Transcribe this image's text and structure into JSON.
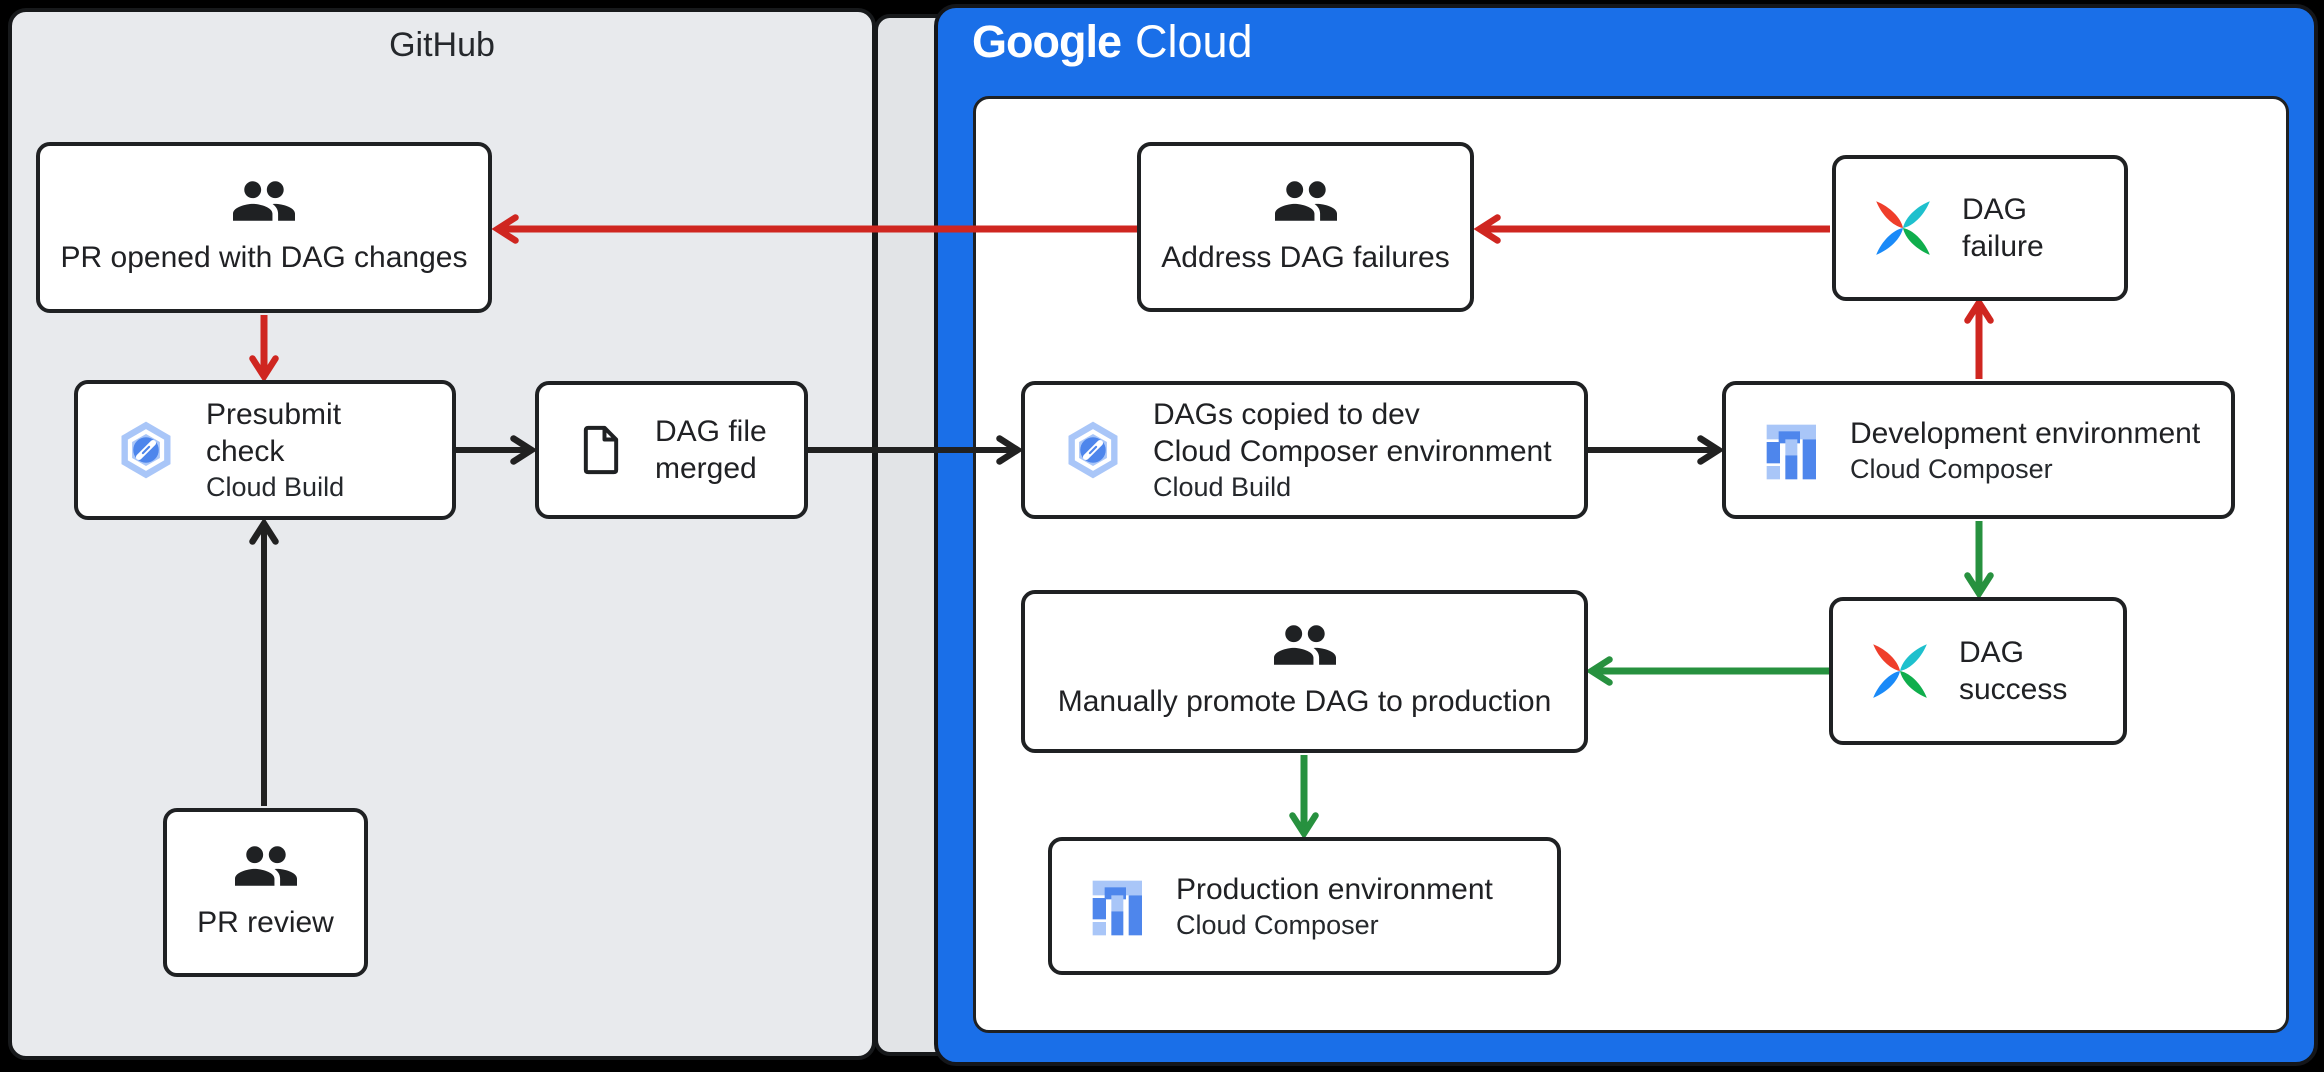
{
  "panels": {
    "github": {
      "title": "GitHub"
    },
    "google_cloud": {
      "brand": "Google",
      "brand_suffix": "Cloud"
    }
  },
  "nodes": {
    "pr_opened": {
      "label": "PR opened with DAG changes",
      "icon": "people-icon"
    },
    "presubmit": {
      "label_line1": "Presubmit",
      "label_line2": "check",
      "sublabel": "Cloud Build",
      "icon": "cloud-build-icon"
    },
    "dag_file_merged": {
      "label_line1": "DAG file",
      "label_line2": "merged",
      "icon": "document-icon"
    },
    "pr_review": {
      "label": "PR review",
      "icon": "people-icon"
    },
    "address_failures": {
      "label": "Address DAG failures",
      "icon": "people-icon"
    },
    "dag_failure": {
      "label": "DAG failure",
      "icon": "airflow-icon"
    },
    "dags_copied": {
      "label_line1": "DAGs copied to dev",
      "label_line2": "Cloud Composer environment",
      "sublabel": "Cloud Build",
      "icon": "cloud-build-icon"
    },
    "dev_env": {
      "label": "Development environment",
      "sublabel": "Cloud Composer",
      "icon": "cloud-composer-icon"
    },
    "manual_promote": {
      "label": "Manually promote DAG to production",
      "icon": "people-icon"
    },
    "dag_success": {
      "label": "DAG success",
      "icon": "airflow-icon"
    },
    "prod_env": {
      "label": "Production environment",
      "sublabel": "Cloud Composer",
      "icon": "cloud-composer-icon"
    }
  },
  "edges": [
    {
      "from": "dag_failure",
      "to": "address_failures",
      "color": "red"
    },
    {
      "from": "address_failures",
      "to": "pr_opened",
      "color": "red"
    },
    {
      "from": "pr_opened",
      "to": "presubmit",
      "color": "red"
    },
    {
      "from": "dev_env",
      "to": "dag_failure",
      "color": "red"
    },
    {
      "from": "pr_review",
      "to": "presubmit",
      "color": "black"
    },
    {
      "from": "presubmit",
      "to": "dag_file_merged",
      "color": "black"
    },
    {
      "from": "dag_file_merged",
      "to": "dags_copied",
      "color": "black"
    },
    {
      "from": "dags_copied",
      "to": "dev_env",
      "color": "black"
    },
    {
      "from": "dev_env",
      "to": "dag_success",
      "color": "green"
    },
    {
      "from": "dag_success",
      "to": "manual_promote",
      "color": "green"
    },
    {
      "from": "manual_promote",
      "to": "prod_env",
      "color": "green"
    }
  ],
  "colors": {
    "google_cloud_blue": "#1a6fe8",
    "github_panel_gray": "#e8eaed",
    "arrow_red": "#cf2620",
    "arrow_green": "#27913f",
    "arrow_black": "#212121",
    "node_border": "#1f2123",
    "icon_light_blue": "#a9c6f8",
    "icon_blue": "#4e86ec"
  }
}
